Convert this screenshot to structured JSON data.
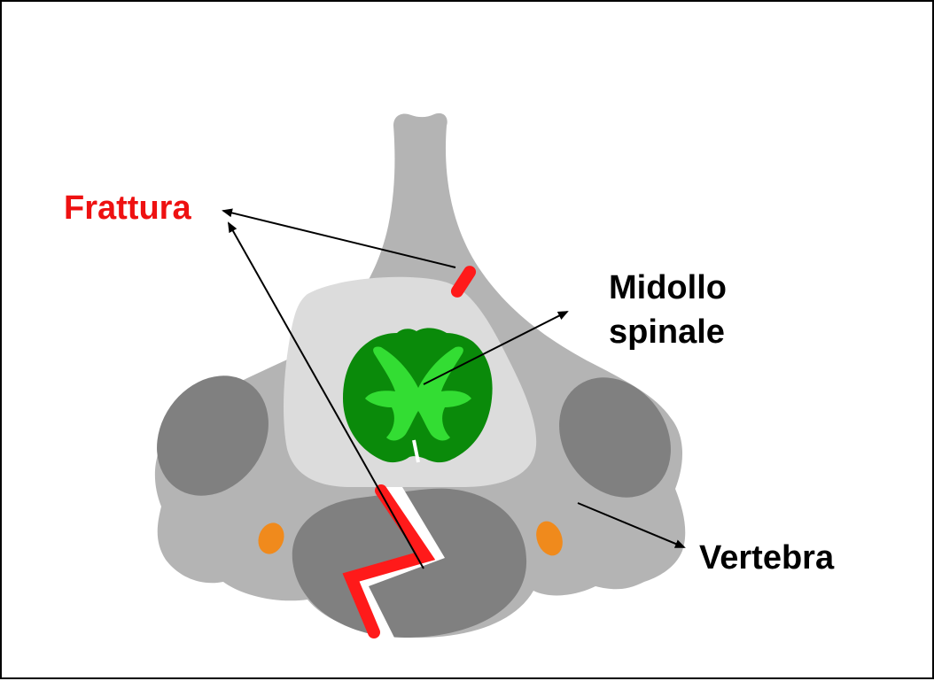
{
  "labels": {
    "fracture": "Frattura",
    "spinal_cord_line1": "Midollo",
    "spinal_cord_line2": "spinale",
    "vertebra": "Vertebra"
  },
  "colors": {
    "bone": "#b4b4b4",
    "bone_dark": "#808080",
    "canal": "#dcdcdc",
    "cord_dark": "#0a8a0a",
    "cord_light": "#33dd33",
    "fracture": "#ff1a1a",
    "foramen": "#f08a1c",
    "fracture_text": "#ee1111",
    "text": "#000000"
  },
  "icons": {
    "fracture_marker": "fracture-mark-icon",
    "arrow": "arrowhead-icon"
  }
}
